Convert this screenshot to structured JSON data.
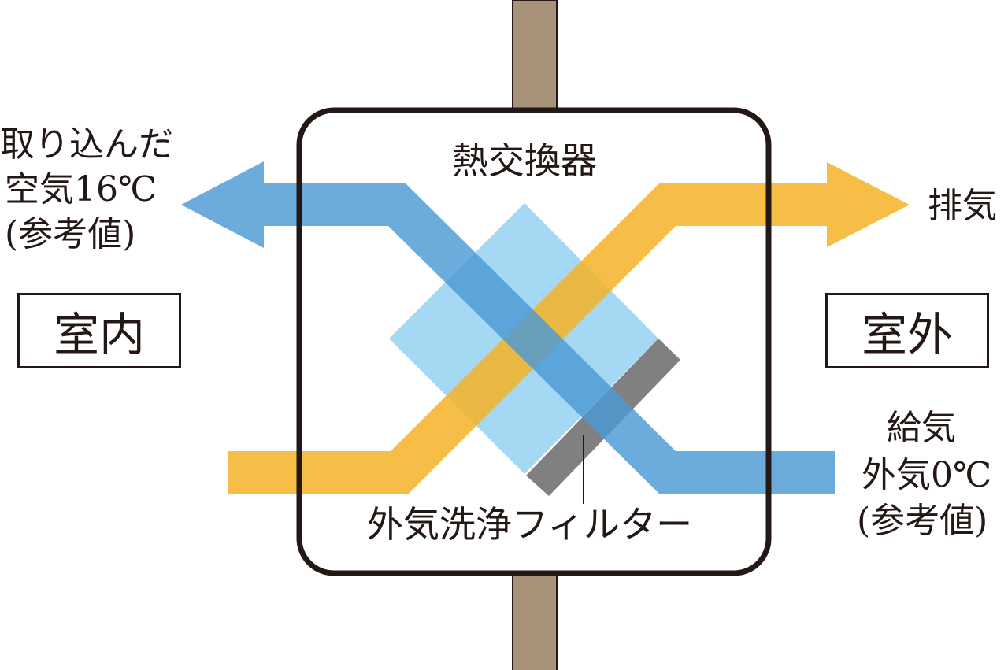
{
  "labels": {
    "heat_exchanger": "熱交換器",
    "filter": "外気洗浄フィルター",
    "indoor": "室内",
    "outdoor": "室外",
    "exhaust": "排気",
    "intake_line1": "取り込んだ",
    "intake_line2": "空気16℃",
    "intake_line3": "(参考値)",
    "supply_line1": "給気",
    "supply_line2": "外気0℃",
    "supply_line3": "(参考値)"
  },
  "colors": {
    "blue_flow": "#5fa8dc",
    "orange_flow": "#f5b326",
    "core": "#a0d6f2",
    "filter": "#808080",
    "duct": "#a8937a",
    "outline": "#231815"
  }
}
